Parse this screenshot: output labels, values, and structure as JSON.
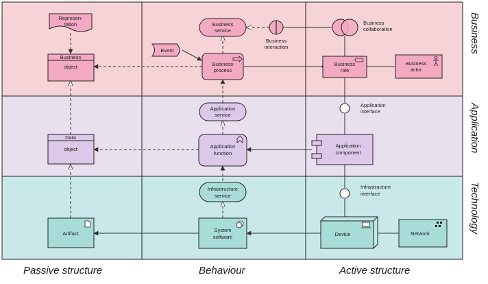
{
  "layers": {
    "business": "Business",
    "application": "Application",
    "technology": "Technology"
  },
  "columns": {
    "passive": "Passive structure",
    "behaviour": "Behaviour",
    "active": "Active structure"
  },
  "nodes": {
    "representation": [
      "Represen-",
      "tation"
    ],
    "business_object": [
      "Business",
      "object"
    ],
    "business_service": [
      "Business",
      "service"
    ],
    "business_interaction": [
      "Business",
      "interaction"
    ],
    "business_collaboration": [
      "Business",
      "collaboration"
    ],
    "event": "Event",
    "business_process": [
      "Business",
      "process"
    ],
    "business_role": [
      "Business",
      "role"
    ],
    "business_actor": [
      "Business",
      "actor"
    ],
    "application_service": [
      "Application",
      "service"
    ],
    "application_interface": [
      "Application",
      "interface"
    ],
    "data_object": [
      "Data",
      "object"
    ],
    "application_function": [
      "Application",
      "function"
    ],
    "application_component": [
      "Application",
      "component"
    ],
    "infrastructure_service": [
      "Infrastructure",
      "service"
    ],
    "infrastructure_interface": [
      "Infrastructure",
      "interface"
    ],
    "artifact": "Artifact",
    "system_software": [
      "System",
      "software"
    ],
    "device": "Device",
    "network": "Network"
  },
  "colors": {
    "business_band": "#f5d3d6",
    "application_band": "#e8e0ee",
    "technology_band": "#c9e8ea",
    "business_node": "#f4a9c3",
    "application_node": "#dcc8e8",
    "technology_node": "#a8dcd8"
  }
}
